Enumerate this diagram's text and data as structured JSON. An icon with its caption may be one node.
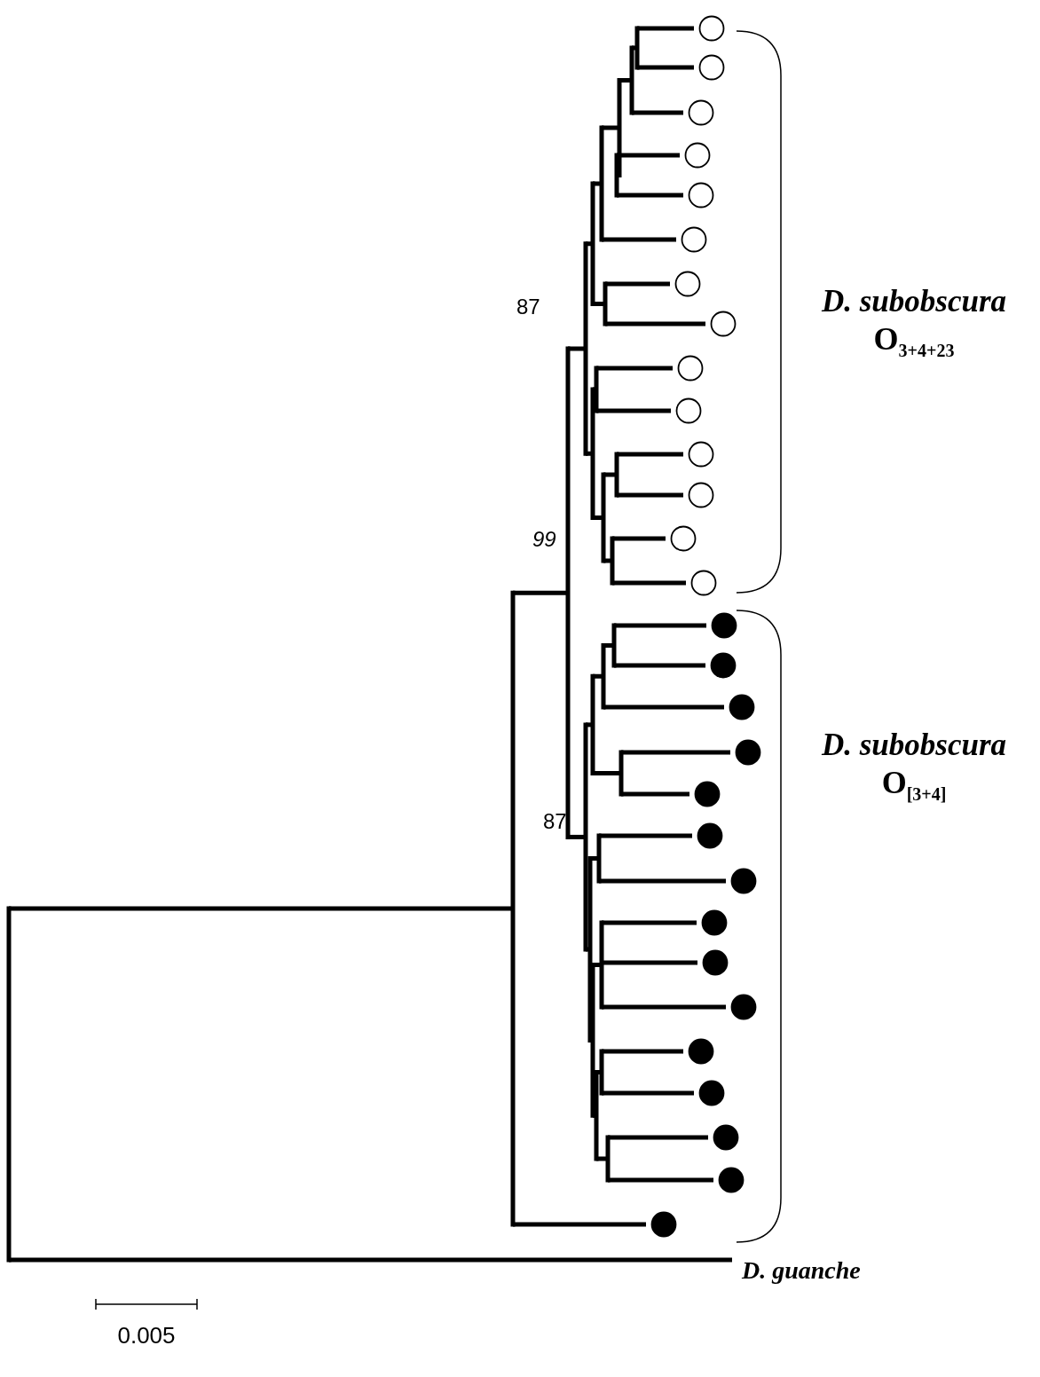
{
  "diagram": {
    "labels": [
      "D. subobscura",
      "O$_{3+4+23}$",
      "87",
      "99",
      "87",
      "D. subobscura",
      "O$_{[3+4]}$",
      "D. guanche",
      "0.005"
    ]
  }
}
